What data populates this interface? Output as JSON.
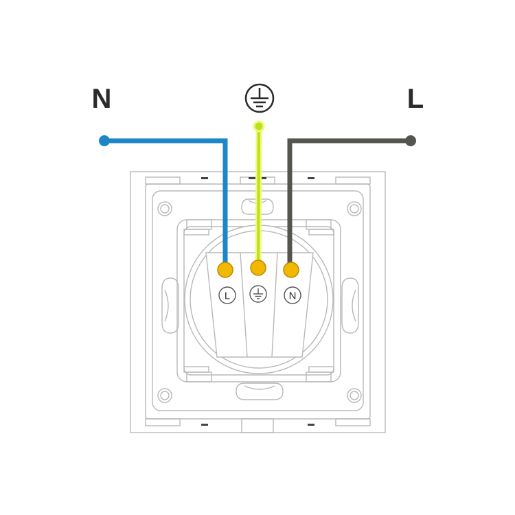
{
  "labels": {
    "left_wire": "N",
    "right_wire": "L"
  },
  "icons": {
    "top": "ground-icon",
    "terminal_middle": "ground-icon"
  },
  "terminals": [
    {
      "label": "L"
    },
    {
      "label": ""
    },
    {
      "label": "N"
    }
  ],
  "colors": {
    "neutral_wire": "#1b87c9",
    "earth_wire": "#b9e21d",
    "earth_wire_glow": "#f3f77a",
    "live_wire": "#55544e",
    "terminal_screw": "#f2b800",
    "terminal_screw_edge": "#b78a00",
    "outline": "#b8b8b8",
    "text": "#2b2b2b"
  }
}
